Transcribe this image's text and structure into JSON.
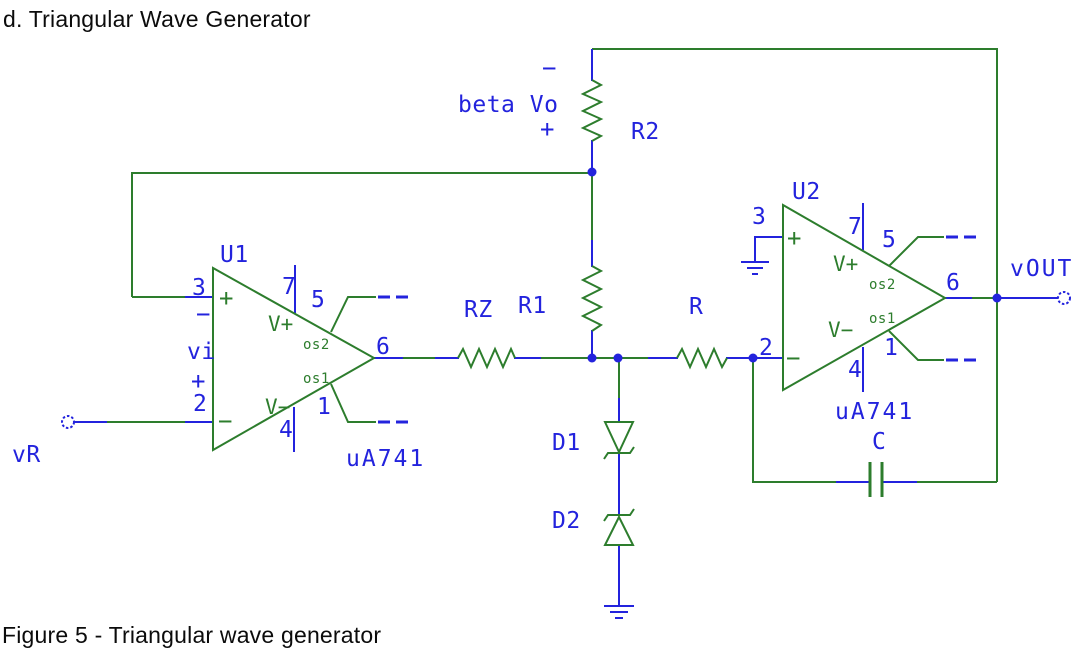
{
  "page": {
    "title": "d. Triangular Wave Generator",
    "caption": "Figure 5 - Triangular wave generator"
  },
  "colors": {
    "wire_green": "#2d7d2d",
    "component_blue": "#2323dd",
    "text_black": "#0b0b0b",
    "background": "#ffffff"
  },
  "schematic": {
    "annotations": {
      "beta_vo": "beta Vo",
      "beta_minus": "−",
      "beta_plus": "+",
      "vi": "vi",
      "vi_minus": "−",
      "vi_plus": "+"
    },
    "terminals": {
      "vr": "vR",
      "vout": "vOUT"
    },
    "resistors": {
      "r1": "R1",
      "r2": "R2",
      "rz": "RZ",
      "r": "R"
    },
    "diodes": {
      "d1": "D1",
      "d2": "D2"
    },
    "capacitor": {
      "label": "C"
    },
    "opamp1": {
      "ref": "U1",
      "part": "uA741",
      "plus_in": "+",
      "minus_in": "−",
      "vplus": "V+",
      "vminus": "V−",
      "os2": "os2",
      "os1": "os1",
      "pins": {
        "noninv": "3",
        "inv": "2",
        "vcc": "7",
        "vee": "4",
        "os2": "5",
        "os1": "1",
        "out": "6"
      }
    },
    "opamp2": {
      "ref": "U2",
      "part": "uA741",
      "plus_in": "+",
      "minus_in": "−",
      "vplus": "V+",
      "vminus": "V−",
      "os2": "os2",
      "os1": "os1",
      "pins": {
        "noninv": "3",
        "inv": "2",
        "vcc": "7",
        "vee": "4",
        "os2": "5",
        "os1": "1",
        "out": "6"
      }
    }
  }
}
